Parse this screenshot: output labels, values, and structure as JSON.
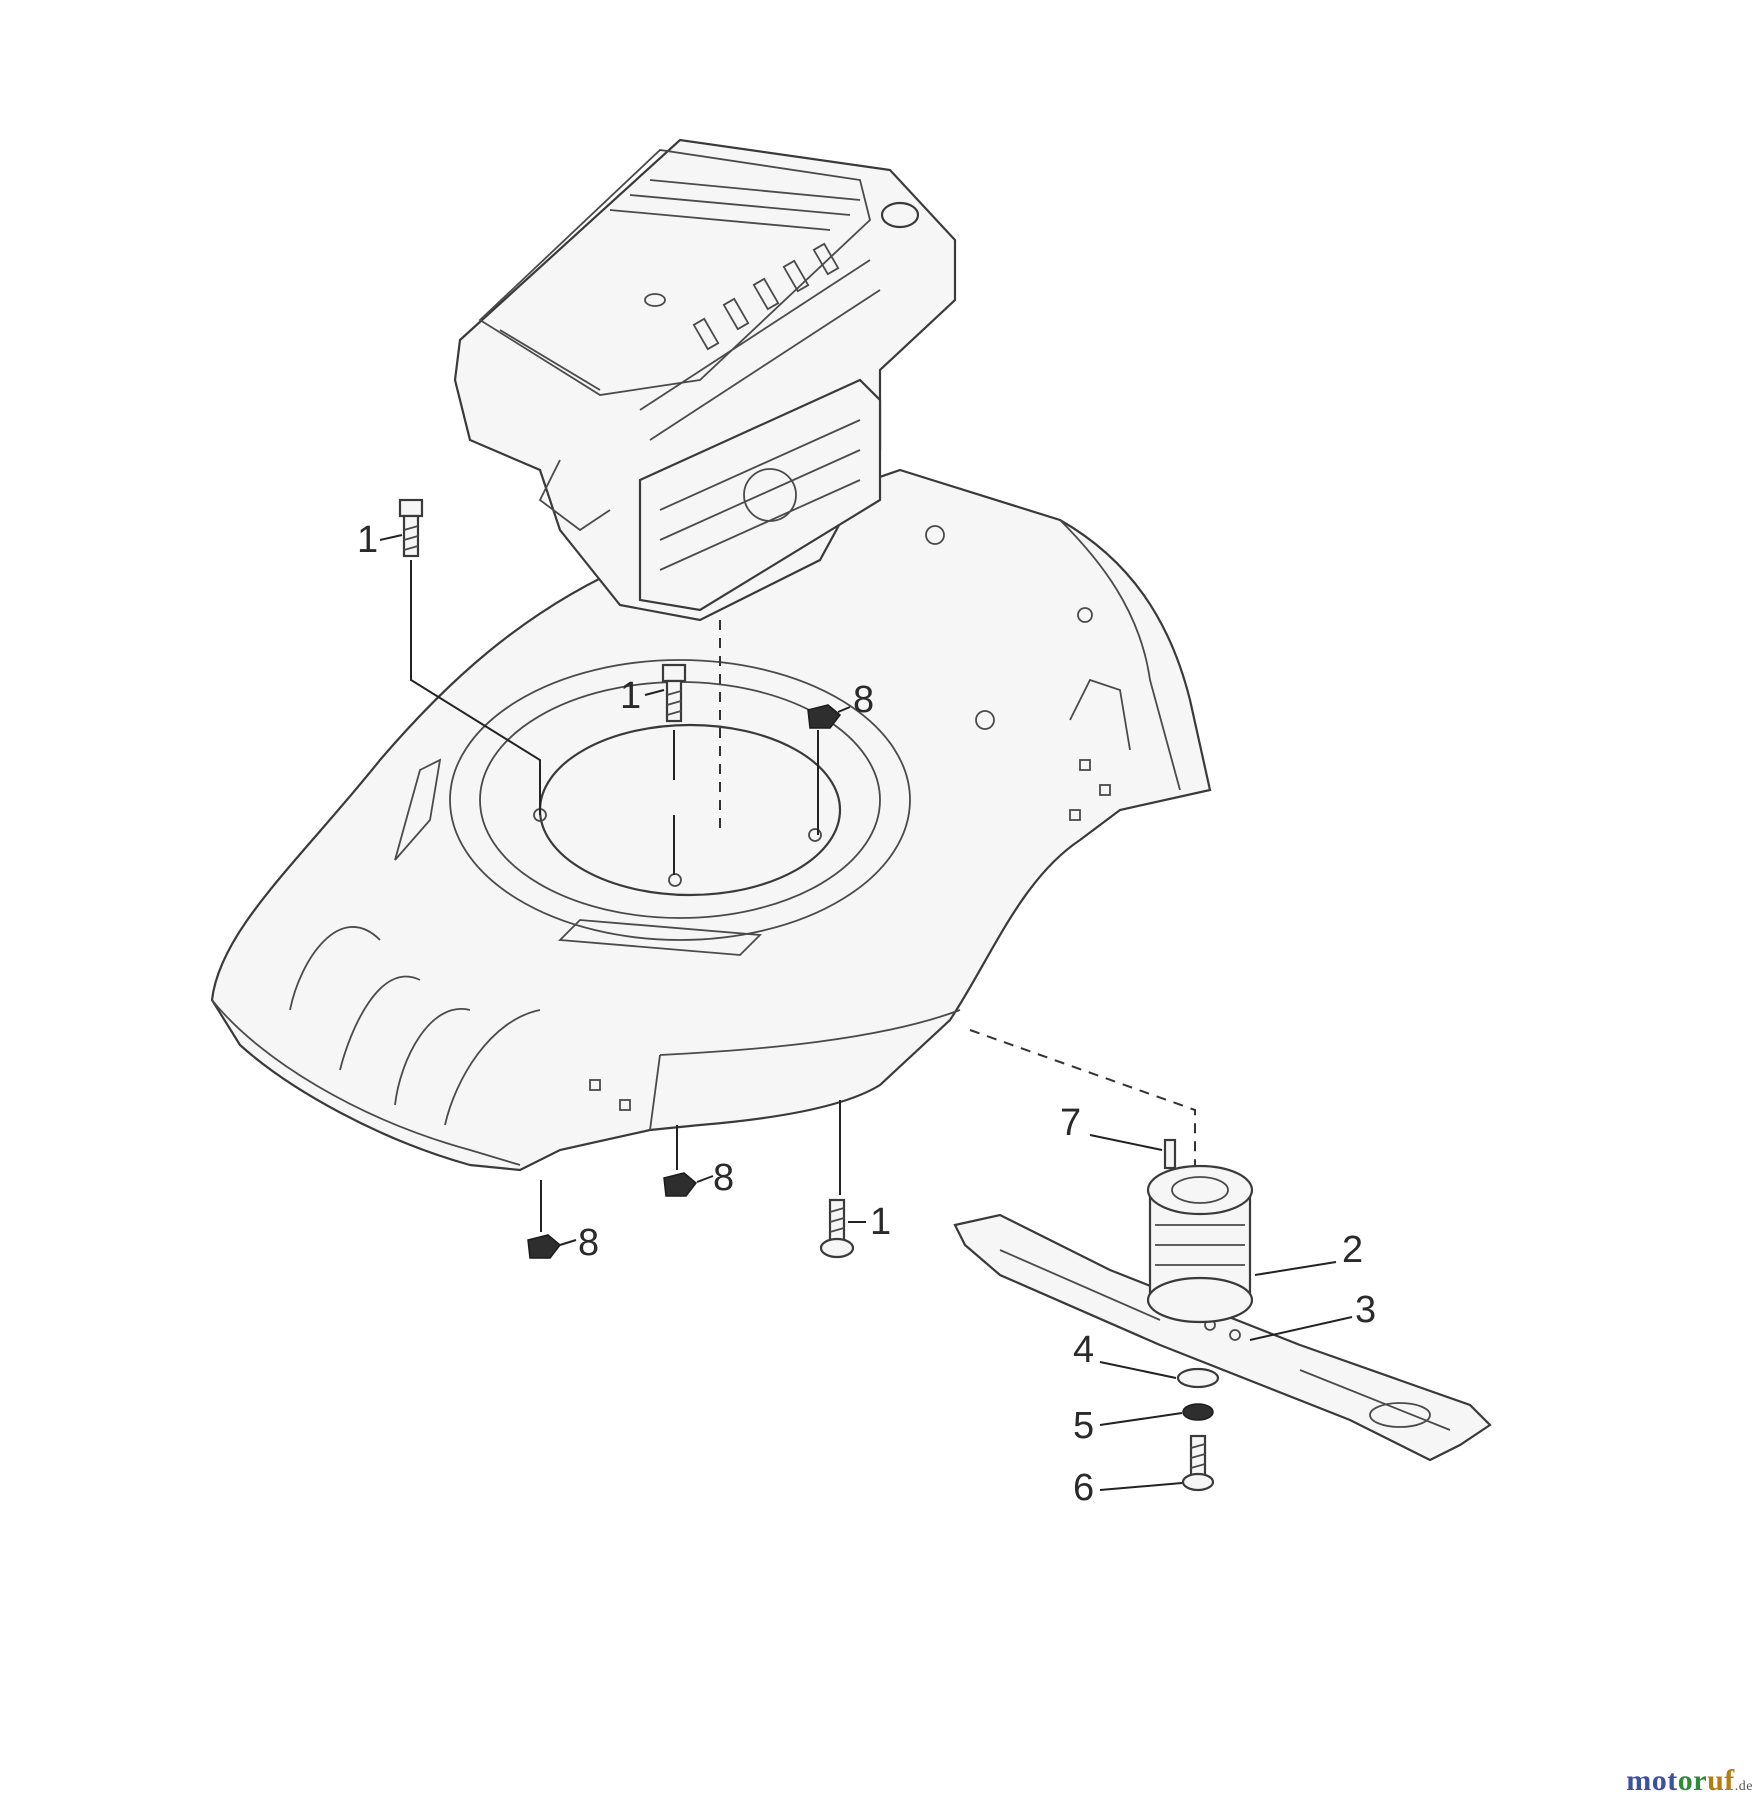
{
  "callouts": [
    {
      "id": "c1a",
      "label": "1",
      "part": "bolt"
    },
    {
      "id": "c1b",
      "label": "1",
      "part": "bolt"
    },
    {
      "id": "c1c",
      "label": "1",
      "part": "bolt"
    },
    {
      "id": "c2",
      "label": "2",
      "part": "blade-adapter"
    },
    {
      "id": "c3",
      "label": "3",
      "part": "blade"
    },
    {
      "id": "c4",
      "label": "4",
      "part": "washer"
    },
    {
      "id": "c5",
      "label": "5",
      "part": "spring-washer"
    },
    {
      "id": "c6",
      "label": "6",
      "part": "blade-bolt"
    },
    {
      "id": "c7",
      "label": "7",
      "part": "key-pin"
    },
    {
      "id": "c8a",
      "label": "8",
      "part": "nut"
    },
    {
      "id": "c8b",
      "label": "8",
      "part": "nut"
    },
    {
      "id": "c8c",
      "label": "8",
      "part": "nut"
    }
  ],
  "watermark": {
    "part_a": "mot",
    "part_b": "or",
    "part_c": "uf",
    "tld": ".de"
  },
  "colors": {
    "line": "#3a3a3a",
    "fill": "#f6f6f6",
    "brand_blue": "#3b4fa3",
    "brand_green": "#2e8b3a",
    "brand_orange": "#b57c12"
  }
}
